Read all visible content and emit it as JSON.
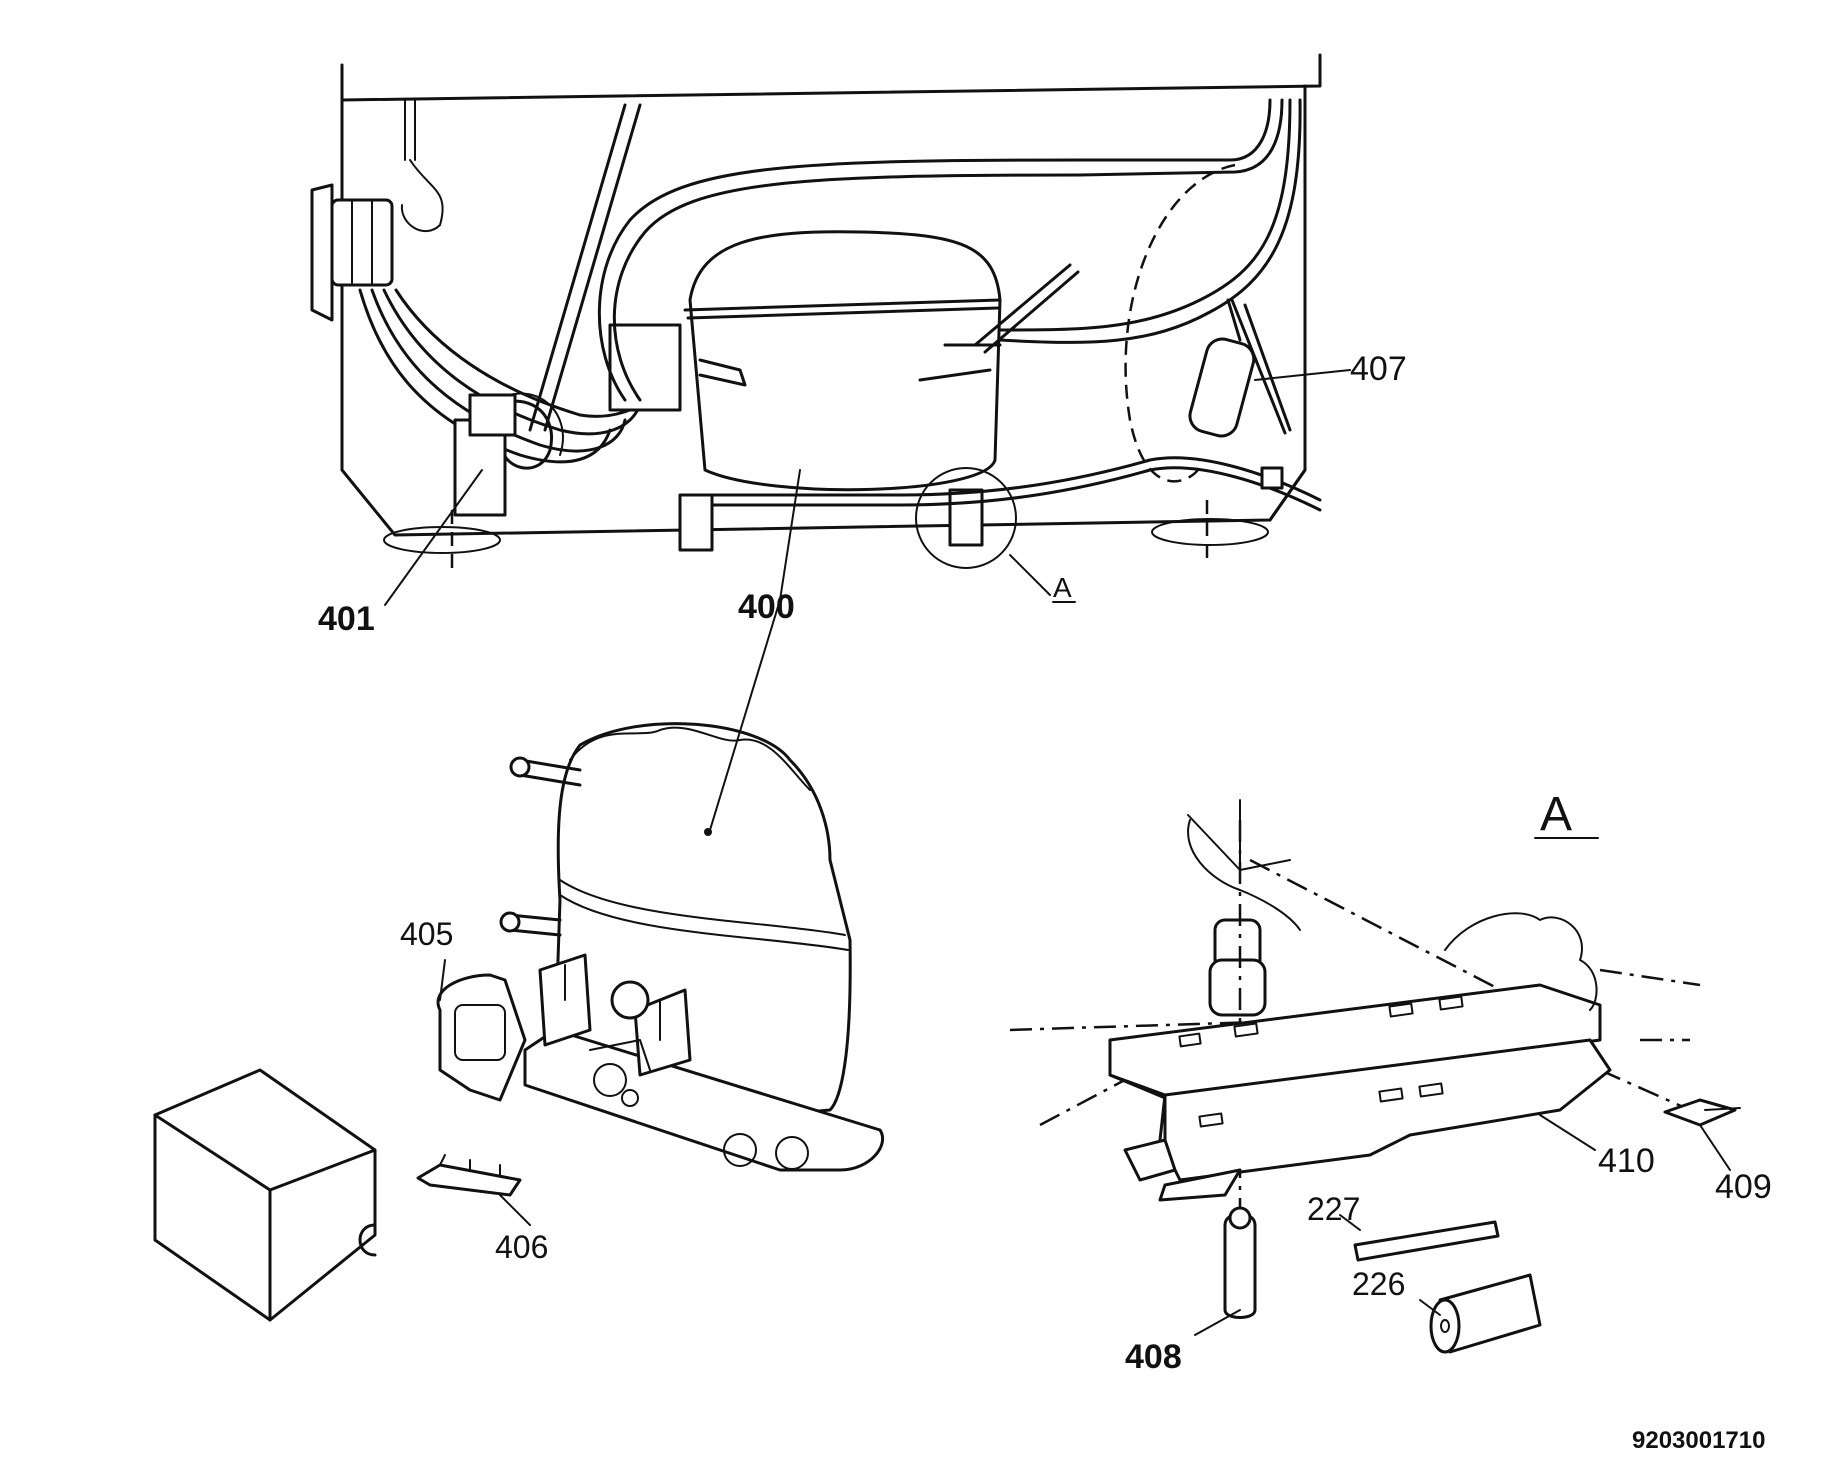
{
  "labels": {
    "p400": "400",
    "p401": "401",
    "p405": "405",
    "p406": "406",
    "p407": "407",
    "p408": "408",
    "p409": "409",
    "p410": "410",
    "p226": "226",
    "p227": "227",
    "detail_ref": "A",
    "detail_title": "A",
    "drawing_number": "9203001710"
  }
}
